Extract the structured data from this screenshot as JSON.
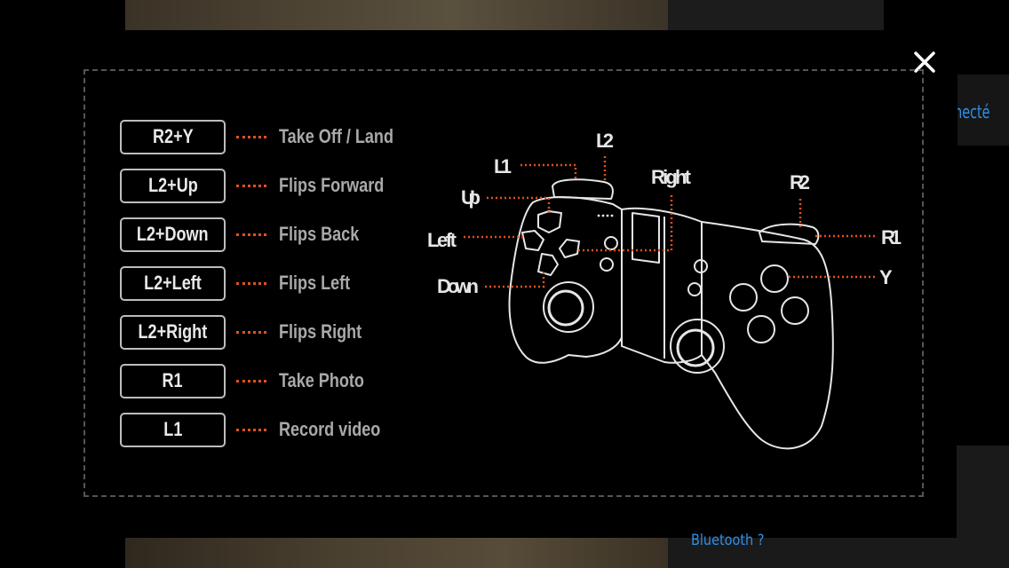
{
  "background": {
    "top_title": "",
    "right_status_text": "necté",
    "bottom_link_text": "Bluetooth ?"
  },
  "overlay": {
    "close_icon": "close-icon",
    "mappings": [
      {
        "key": "R2+Y",
        "action": "Take Off / Land"
      },
      {
        "key": "L2+Up",
        "action": "Flips Forward"
      },
      {
        "key": "L2+Down",
        "action": "Flips Back"
      },
      {
        "key": "L2+Left",
        "action": "Flips Left"
      },
      {
        "key": "L2+Right",
        "action": "Flips Right"
      },
      {
        "key": "R1",
        "action": "Take Photo"
      },
      {
        "key": "L1",
        "action": "Record video"
      }
    ],
    "gamepad": {
      "labels": {
        "l2": "L2",
        "l1": "L1",
        "up": "Up",
        "left": "Left",
        "down": "Down",
        "right": "Right",
        "r2": "R2",
        "r1": "R1",
        "y": "Y"
      }
    },
    "colors": {
      "accent_dots": "#e0521c",
      "box_border": "#bdbdbd",
      "action_text": "#a9a9a9",
      "link_blue": "#2f8fe8"
    }
  }
}
